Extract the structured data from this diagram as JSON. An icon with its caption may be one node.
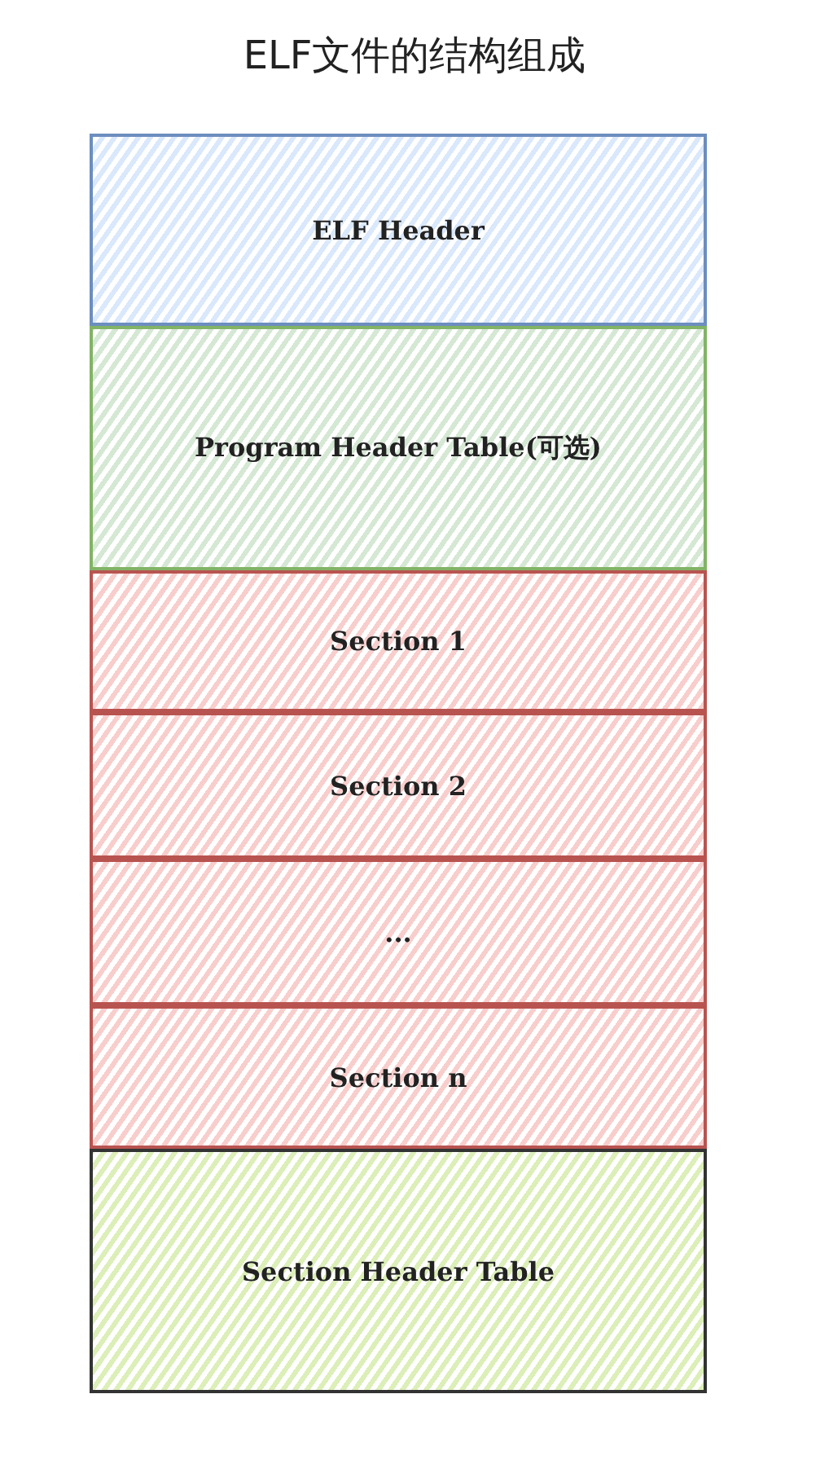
{
  "diagram": {
    "title": "ELF文件的结构组成",
    "nodes": [
      {
        "text": [
          "ELF Header"
        ]
      },
      {
        "text": [
          "Program Header Table(可选)"
        ]
      },
      {
        "text": [
          "Section 1"
        ]
      },
      {
        "text": [
          "Section 2"
        ]
      },
      {
        "text": [
          "..."
        ]
      },
      {
        "text": [
          "Section n"
        ]
      },
      {
        "text": [
          "Section Header Table"
        ]
      }
    ],
    "edges": []
  }
}
